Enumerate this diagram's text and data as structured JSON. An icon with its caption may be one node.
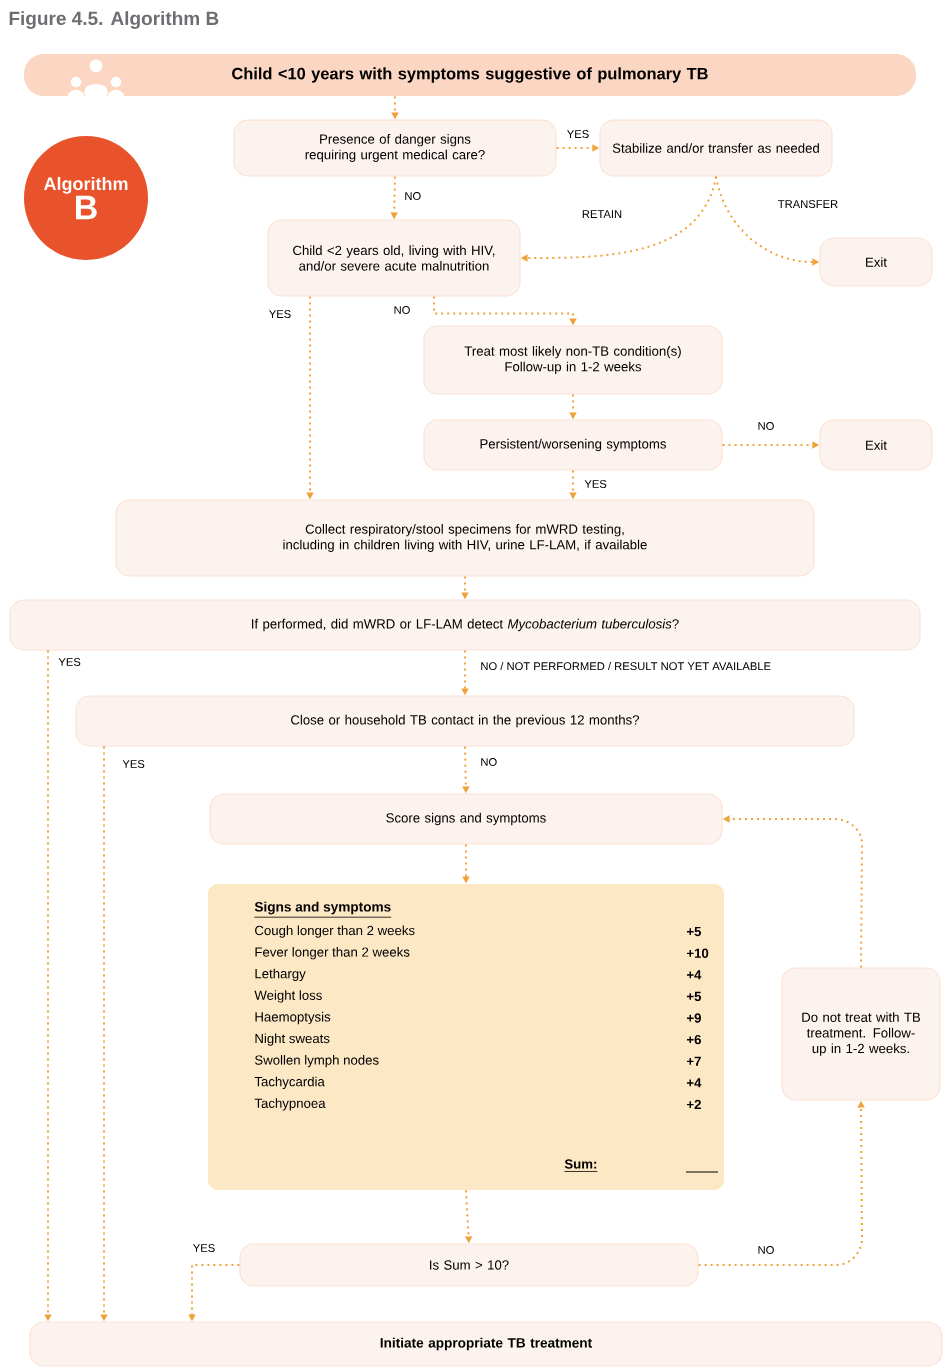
{
  "diagram": {
    "title": "Figure 4.5. Algorithm B",
    "nodes": [
      {
        "text": [
          "Child <10 years with symptoms suggestive of pulmonary TB"
        ]
      },
      {
        "text": [
          "Algorithm",
          "B"
        ]
      },
      {
        "text": [
          "Presence of danger signs requiring urgent medical care?"
        ]
      },
      {
        "text": [
          "Stabilize and/or transfer as needed"
        ]
      },
      {
        "text": [
          "Child <2 years old, living with HIV, and/or severe acute malnutrition"
        ]
      },
      {
        "text": [
          "Exit"
        ]
      },
      {
        "text": [
          "Treat most likely non-TB condition(s)",
          "Follow-up in 1-2 weeks"
        ]
      },
      {
        "text": [
          "Persistent/worsening symptoms"
        ]
      },
      {
        "text": [
          "Exit"
        ]
      },
      {
        "text": [
          "Collect respiratory/stool specimens for mWRD testing, including in children living with HIV, urine LF-LAM, if available"
        ]
      },
      {
        "text": [
          "If performed, did mWRD or LF-LAM detect *Mycobacterium tuberculosis*?"
        ]
      },
      {
        "text": [
          "Close or household TB contact in the previous 12 months?"
        ]
      },
      {
        "text": [
          "Score signs and symptoms"
        ]
      },
      {
        "text": [
          "Signs and symptoms",
          "Cough longer than 2 weeks",
          "+5",
          "Fever longer than 2 weeks",
          "+10",
          "Lethargy",
          "+4",
          "Weight loss",
          "+5",
          "Haemoptysis",
          "+9",
          "Night sweats",
          "+6",
          "Swollen lymph nodes",
          "+7",
          "Tachycardia",
          "+4",
          "Tachypnoea",
          "+2",
          "Sum:"
        ]
      },
      {
        "text": [
          "Do not treat with TB treatment. Follow-up in 1-2 weeks."
        ]
      },
      {
        "text": [
          "Is Sum > 10?"
        ]
      },
      {
        "text": [
          "Initiate appropriate TB treatment"
        ]
      }
    ],
    "edges": [
      {
        "from": 0,
        "to": 2,
        "arrow": "to"
      },
      {
        "from": 2,
        "to": 3,
        "arrow": "to",
        "label": "YES"
      },
      {
        "from": 2,
        "to": 4,
        "arrow": "to",
        "label": "NO"
      },
      {
        "from": 3,
        "to": 4,
        "arrow": "to",
        "label": "RETAIN"
      },
      {
        "from": 3,
        "to": 5,
        "arrow": "to",
        "label": "TRANSFER"
      },
      {
        "from": 4,
        "to": 9,
        "arrow": "to",
        "label": "YES"
      },
      {
        "from": 4,
        "to": 6,
        "arrow": "to",
        "label": "NO"
      },
      {
        "from": 6,
        "to": 7,
        "arrow": "to"
      },
      {
        "from": 7,
        "to": 8,
        "arrow": "to",
        "label": "NO"
      },
      {
        "from": 7,
        "to": 9,
        "arrow": "to",
        "label": "YES"
      },
      {
        "from": 9,
        "to": 10,
        "arrow": "to"
      },
      {
        "from": 10,
        "to": 16,
        "arrow": "to",
        "label": "YES"
      },
      {
        "from": 10,
        "to": 11,
        "arrow": "to",
        "label": "NO / NOT PERFORMED / RESULT NOT YET AVAILABLE"
      },
      {
        "from": 11,
        "to": 16,
        "arrow": "to",
        "label": "YES"
      },
      {
        "from": 11,
        "to": 12,
        "arrow": "to",
        "label": "NO"
      },
      {
        "from": 12,
        "to": 13,
        "arrow": "to"
      },
      {
        "from": 13,
        "to": 15,
        "arrow": "to"
      },
      {
        "from": 15,
        "to": 16,
        "arrow": "to",
        "label": "YES"
      },
      {
        "from": 15,
        "to": 14,
        "arrow": "to",
        "label": "NO"
      },
      {
        "from": 14,
        "to": 12,
        "arrow": "to"
      }
    ]
  }
}
